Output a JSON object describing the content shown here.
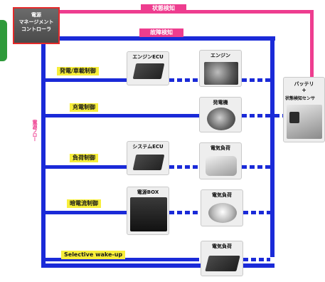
{
  "controller": {
    "line1": "電源",
    "line2": "マネージメント",
    "line3": "コントローラ"
  },
  "top_labels": {
    "status": "状態検知",
    "fault": "故障検知"
  },
  "side_label": "電源フロー",
  "control_labels": [
    "発電/車載制御",
    "充電制御",
    "負荷制御",
    "暗電流制御",
    "Selective wake-up"
  ],
  "components": {
    "engine_ecu": "エンジンECU",
    "engine": "エンジン",
    "generator": "発電機",
    "system_ecu": "システムECU",
    "relay_box": "電源BOX",
    "load1": "電気負荷",
    "load2": "電気負荷",
    "load3": "電気負荷"
  },
  "battery": {
    "line1": "バッテリ",
    "line2": "+",
    "line3": "状態検知センサ"
  },
  "left_tab": {
    "color": "#2e9a3a"
  },
  "colors": {
    "power_line": "#1a2ad8",
    "signal_line": "#ee3d8f",
    "label_bg": "#f7ee3a"
  }
}
